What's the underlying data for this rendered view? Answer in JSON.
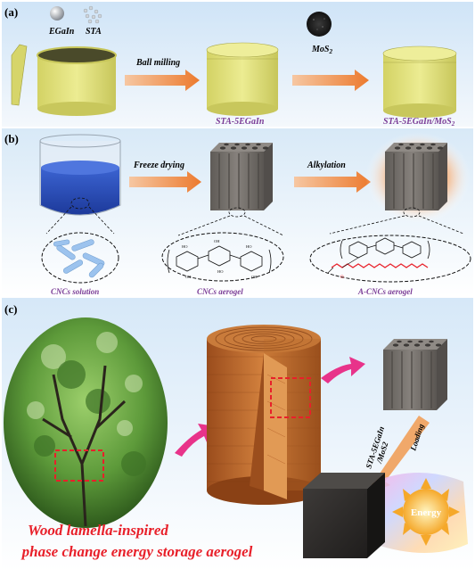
{
  "panels": {
    "a": {
      "tag": "(a)",
      "items": {
        "egain": "EGaIn",
        "sta": "STA",
        "mos2_base": "MoS",
        "mos2_sub": "2"
      },
      "arrows": {
        "ball_milling": "Ball milling"
      },
      "captions": {
        "sta_egain": "STA-5EGaIn",
        "sta_egain_mos2_base": "STA-5EGaIn/MoS",
        "sta_egain_mos2_sub": "2"
      }
    },
    "b": {
      "tag": "(b)",
      "arrows": {
        "freeze_drying": "Freeze drying",
        "alkylation": "Alkylation"
      },
      "captions": {
        "cncs_solution": "CNCs solution",
        "cncs_aerogel": "CNCs aerogel",
        "a_cncs_aerogel": "A-CNCs aerogel"
      }
    },
    "c": {
      "tag": "(c)",
      "vertical": {
        "sta_egain": "STA-5EGaIn",
        "mos2": "/MoS2",
        "loading": "Loading"
      },
      "energy": "Energy",
      "title_line1": "Wood lamella-inspired",
      "title_line2": "phase change energy storage aerogel"
    }
  },
  "colors": {
    "accent_red": "#e8202a",
    "purple_caption": "#7a3c96",
    "arrow_orange": "#f08a40",
    "pink_arrow": "#e8338a",
    "container_yellow": "#e0e07a",
    "aerogel_gray": "#6e6a66"
  }
}
